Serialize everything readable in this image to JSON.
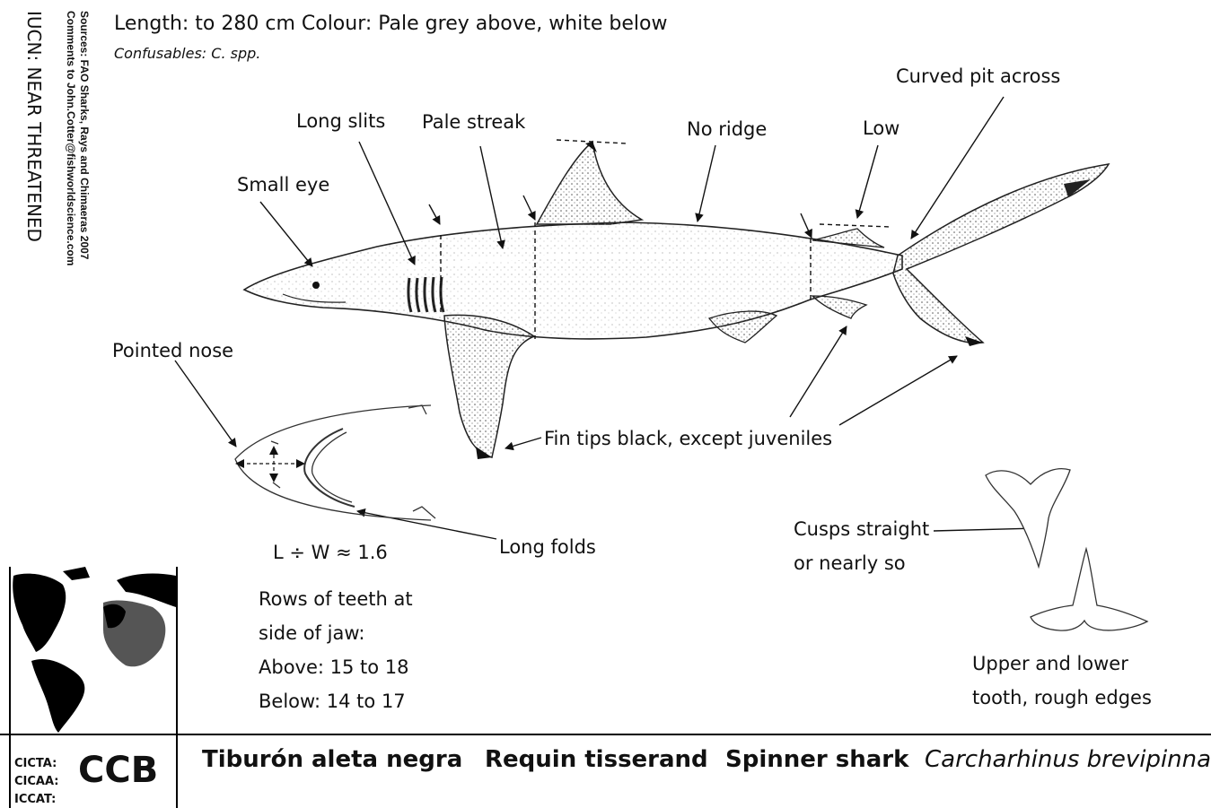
{
  "header": {
    "length_colour": "Length: to 280 cm  Colour: Pale grey above, white below",
    "confusables": "Confusables: C. spp."
  },
  "sidebar": {
    "status": "IUCN: NEAR THREATENED",
    "sources": "Sources:  FAO Sharks, Rays and Chimaeras 2007",
    "comments": "Comments to John.Cotter@fishworldscience.com"
  },
  "labels": {
    "small_eye": "Small eye",
    "long_slits": "Long slits",
    "pale_streak": "Pale streak",
    "no_ridge": "No ridge",
    "low": "Low",
    "curved_pit": "Curved pit across",
    "pointed_nose": "Pointed nose",
    "fin_tips": "Fin tips black, except juveniles",
    "long_folds": "Long folds",
    "ratio": "L ÷ W ≈ 1.6",
    "rows_line1": "Rows of teeth at",
    "rows_line2": "side of jaw:",
    "above": "Above:  15 to 18",
    "below": "Below:  14 to 17",
    "cusps_line1": "Cusps straight",
    "cusps_line2": "or nearly so",
    "tooth_line1": "Upper and lower",
    "tooth_line2": "tooth, rough edges"
  },
  "footer": {
    "codes": [
      "CICTA:",
      "CICAA:",
      "ICCAT:"
    ],
    "code": "CCB",
    "name_es": "Tiburón aleta negra",
    "name_fr": "Requin tisserand",
    "name_en": "Spinner shark",
    "name_sci": "Carcharhinus brevipinna"
  }
}
